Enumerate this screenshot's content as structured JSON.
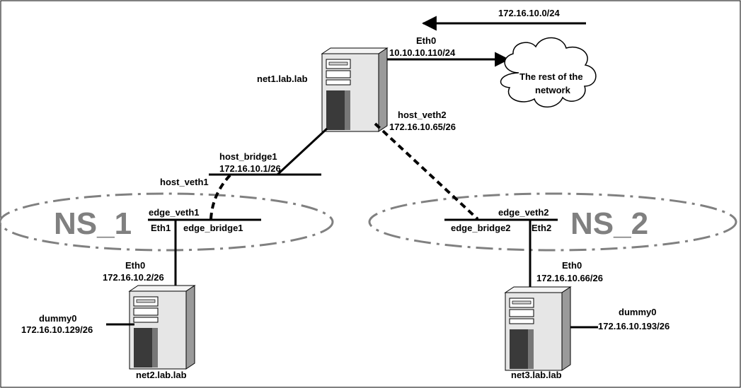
{
  "colors": {
    "line": "#000000",
    "namespace_outline": "#808080",
    "namespace_label": "#808080",
    "server_body": "#e6e6e6",
    "server_dark": "#3a3a3a"
  },
  "top_route": {
    "label": "172.16.10.0/24",
    "icon": "arrow-left-icon"
  },
  "net1": {
    "name": "net1.lab.lab",
    "icon": "server-tower-icon",
    "eth0_label": "Eth0",
    "eth0_ip": "10.10.10.110/24",
    "host_veth2_label": "host_veth2",
    "host_veth2_ip": "172.16.10.65/26"
  },
  "cloud": {
    "line1": "The rest of the",
    "line2": "network",
    "icon": "cloud-icon"
  },
  "host_bridge": {
    "label": "host_bridge1",
    "ip": "172.16.10.1/26",
    "host_veth1_label": "host_veth1"
  },
  "ns1": {
    "label": "NS_1",
    "edge_veth_label": "edge_veth1",
    "eth_label": "Eth1",
    "bridge_label": "edge_bridge1"
  },
  "ns2": {
    "label": "NS_2",
    "edge_veth_label": "edge_veth2",
    "eth_label": "Eth2",
    "bridge_label": "edge_bridge2"
  },
  "net2": {
    "name": "net2.lab.lab",
    "icon": "server-tower-icon",
    "eth0_label": "Eth0",
    "eth0_ip": "172.16.10.2/26",
    "dummy_label": "dummy0",
    "dummy_ip": "172.16.10.129/26"
  },
  "net3": {
    "name": "net3.lab.lab",
    "icon": "server-tower-icon",
    "eth0_label": "Eth0",
    "eth0_ip": "172.16.10.66/26",
    "dummy_label": "dummy0",
    "dummy_ip": "172.16.10.193/26"
  }
}
